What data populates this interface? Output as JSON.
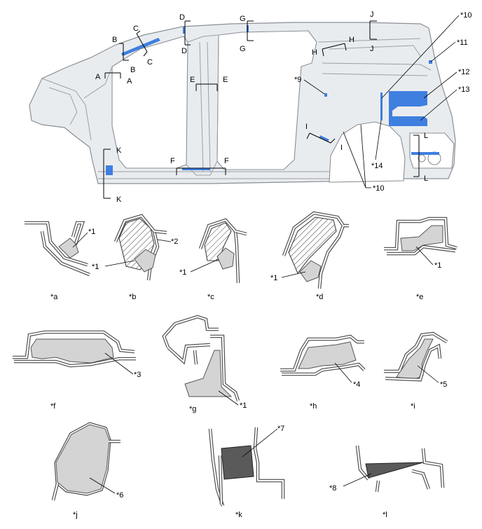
{
  "section_labels": [
    "A",
    "A",
    "B",
    "B",
    "C",
    "C",
    "D",
    "D",
    "E",
    "E",
    "F",
    "F",
    "G",
    "G",
    "H",
    "H",
    "I",
    "I",
    "J",
    "J",
    "K",
    "K",
    "L",
    "L"
  ],
  "callouts_main": [
    "*9",
    "*10",
    "*11",
    "*12",
    "*13",
    "*14",
    "*10"
  ],
  "details": [
    {
      "caption": "*a",
      "callouts": [
        "*1"
      ]
    },
    {
      "caption": "*b",
      "callouts": [
        "*2",
        "*1"
      ]
    },
    {
      "caption": "*c",
      "callouts": [
        "*1"
      ]
    },
    {
      "caption": "*d",
      "callouts": [
        "*1"
      ]
    },
    {
      "caption": "*e",
      "callouts": [
        "*1"
      ]
    },
    {
      "caption": "*f",
      "callouts": [
        "*3"
      ]
    },
    {
      "caption": "*g",
      "callouts": [
        "*1"
      ]
    },
    {
      "caption": "*h",
      "callouts": [
        "*4"
      ]
    },
    {
      "caption": "*i",
      "callouts": [
        "*5"
      ]
    },
    {
      "caption": "*j",
      "callouts": [
        "*6"
      ]
    },
    {
      "caption": "*k",
      "callouts": [
        "*7"
      ]
    },
    {
      "caption": "*l",
      "callouts": [
        "*8"
      ]
    }
  ],
  "colors": {
    "highlight": "#3f7fe0",
    "body": "#e9ecef",
    "foam": "#d4d4d4",
    "dark_part": "#5a5a5a"
  }
}
